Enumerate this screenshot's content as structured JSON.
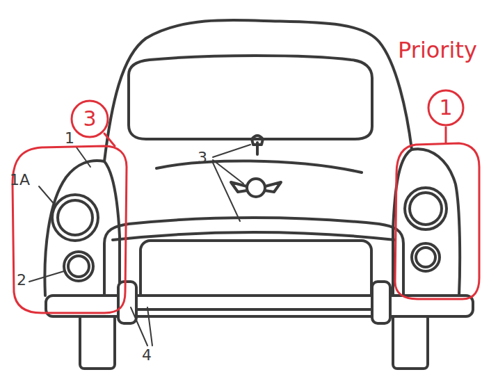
{
  "diagram": {
    "nodes": [
      {
        "text": [
          "3"
        ]
      },
      {
        "text": [
          "1"
        ]
      }
    ],
    "labels": [
      "Priority",
      "1",
      "1A",
      "3",
      "2",
      "4"
    ]
  }
}
